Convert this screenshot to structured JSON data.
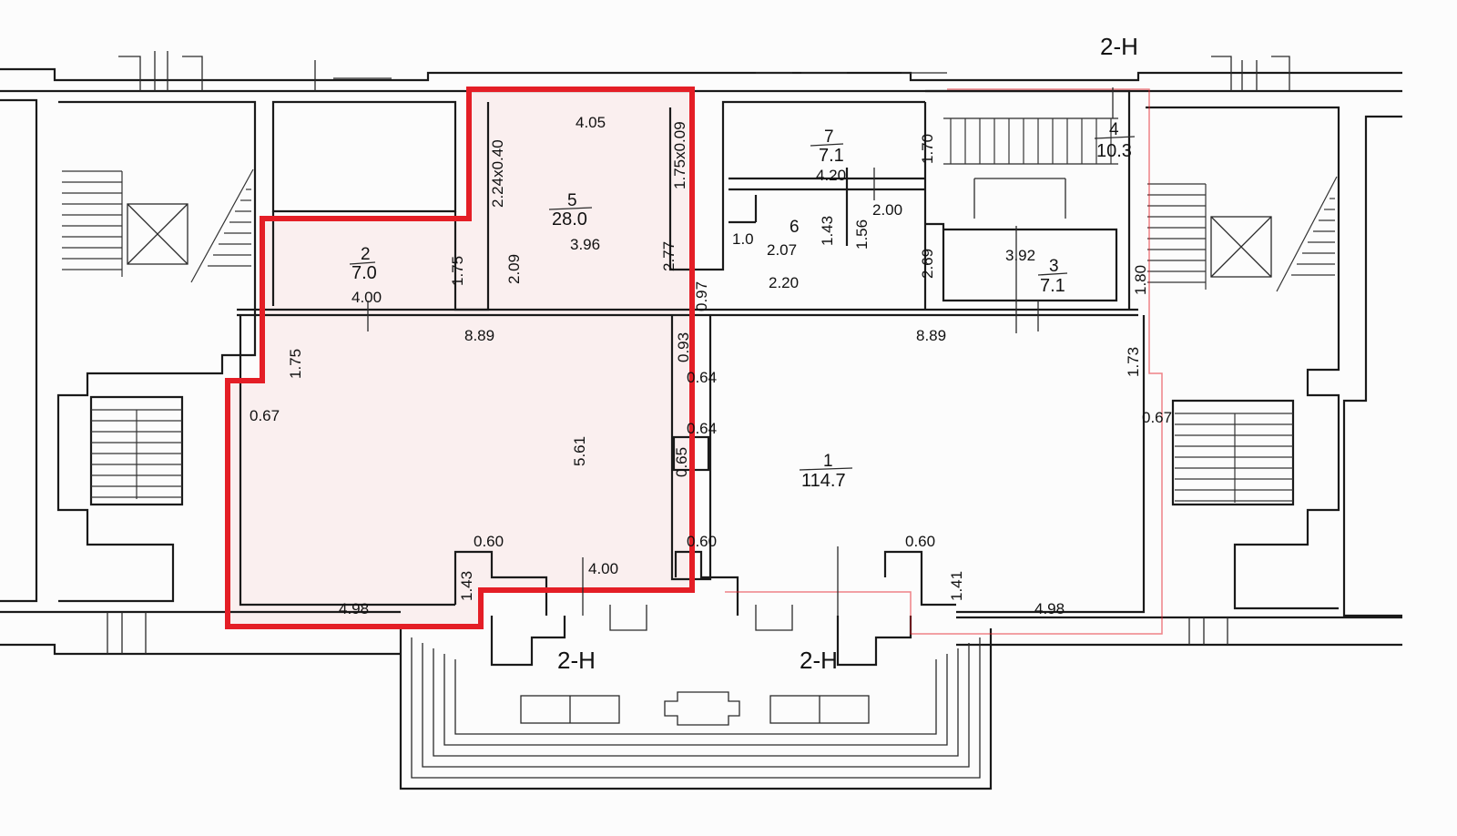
{
  "colors": {
    "highlight": "#e41e26",
    "walls": "#1a1a1a",
    "highlight_tint": "#e41e26"
  },
  "rooms": [
    {
      "id": "room-1",
      "number": "1",
      "area": "114.7"
    },
    {
      "id": "room-2",
      "number": "2",
      "area": "7.0"
    },
    {
      "id": "room-3",
      "number": "3",
      "area": "7.1"
    },
    {
      "id": "room-4",
      "number": "4",
      "area": "10.3"
    },
    {
      "id": "room-5",
      "number": "5",
      "area": "28.0"
    },
    {
      "id": "room-6",
      "number": "6",
      "area": ""
    },
    {
      "id": "room-7",
      "number": "7",
      "area": "7.1"
    }
  ],
  "dimensions": {
    "d405": "4.05",
    "d224": "2.24x0.40",
    "d175x009": "1.75x0.09",
    "d396": "3.96",
    "d209": "2.09",
    "d277": "2.77",
    "d175a": "1.75",
    "d400a": "4.00",
    "d889a": "8.89",
    "d097": "0.97",
    "d093": "0.93",
    "d064a": "0.64",
    "d064b": "0.64",
    "d065": "0.65",
    "d561": "5.61",
    "d175b": "1.75",
    "d067a": "0.67",
    "d060a": "0.60",
    "d143": "1.43",
    "d498a": "4.98",
    "d400b": "4.00",
    "d060b": "0.60",
    "d420": "4.20",
    "d170": "1.70",
    "d200": "2.00",
    "d156": "1.56",
    "d143b": "1.43",
    "d207": "2.07",
    "d220": "2.20",
    "d269": "2.69",
    "d10": "1.0",
    "d392": "3.92",
    "d180": "1.80",
    "d889b": "8.89",
    "d173": "1.73",
    "d067b": "0.67",
    "d060c": "0.60",
    "d141": "1.41",
    "d498b": "4.98"
  },
  "entrance_labels": {
    "top_right": "2-Н",
    "bottom_left": "2-Н",
    "bottom_right": "2-Н"
  }
}
